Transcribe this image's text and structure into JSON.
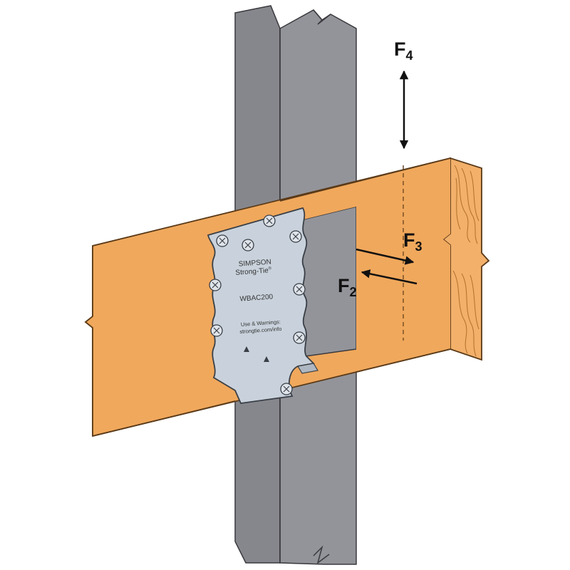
{
  "colors": {
    "wood": "#f0a85c",
    "wood_end": "#f2b06a",
    "wood_line": "#7a4a1e",
    "steel_front": "#8f9096",
    "steel_side": "#7d7e84",
    "steel_edge": "#3a3a3e",
    "plate": "#c9d2dc",
    "plate_edge": "#3a3f46",
    "arrow": "#111111"
  },
  "forces": {
    "f4": {
      "letter": "F",
      "sub": "4"
    },
    "f3": {
      "letter": "F",
      "sub": "3"
    },
    "f2": {
      "letter": "F",
      "sub": "2"
    }
  },
  "plate": {
    "brand_line1": "SIMPSON",
    "brand_line2": "Strong-Tie",
    "brand_mark": "®",
    "model": "WBAC200",
    "note_line1": "Use & Warnings:",
    "note_line2": "strongtie.com/info"
  },
  "icons": {
    "screw": "screw-head-icon",
    "arrow": "force-arrow-icon"
  }
}
